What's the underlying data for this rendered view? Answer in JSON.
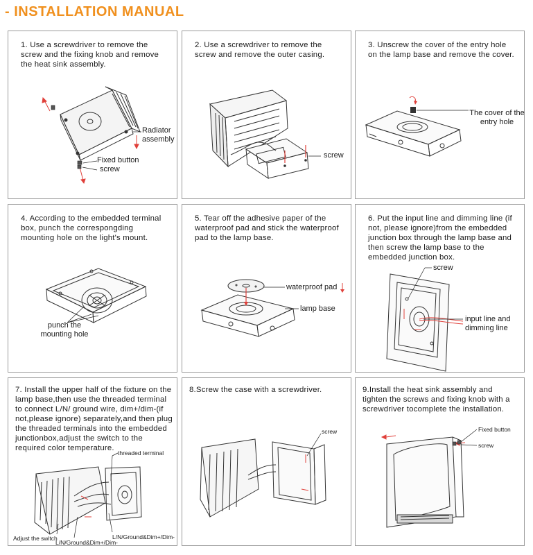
{
  "title": "- INSTALLATION MANUAL",
  "steps": [
    {
      "text": "1. Use a screwdriver to remove the screw and the fixing knob and remove the heat sink assembly.",
      "labels": [
        "Radiator assembly",
        "Fixed button",
        "screw"
      ]
    },
    {
      "text": "2. Use a screwdriver to remove the screw and remove the outer casing.",
      "labels": [
        "screw"
      ]
    },
    {
      "text": "3. Unscrew the cover of the entry hole on the lamp base and remove the cover.",
      "labels": [
        "The cover of the entry hole"
      ]
    },
    {
      "text": "4. According to the embedded terminal box, punch the correspongding mounting hole on the light's mount.",
      "labels": [
        "punch the mounting hole"
      ]
    },
    {
      "text": "5. Tear off the adhesive paper of the waterproof pad and stick the waterproof pad to the lamp base.",
      "labels": [
        "waterproof pad",
        "lamp base"
      ]
    },
    {
      "text": "6. Put the input line and dimming line (if not, please ignore)from the embedded junction box through the lamp base and then screw the lamp base to the embedded junction box.",
      "labels": [
        "screw",
        "input line and dimming line"
      ]
    },
    {
      "text": "7. Install the upper half of the fixture on the lamp base,then use the threaded terminal to connect L/N/ ground wire, dim+/dim-(if not,please ignore) separately,and then plug the threaded terminals into the embedded junctionbox,adjust the switch to the required color temperature.",
      "labels": [
        "threaded terminal",
        "Adjust the switch",
        "L/N/Ground&Dim+/Dim-",
        "L/N/Ground&Dim+/Dim-"
      ]
    },
    {
      "text": "8.Screw the case with a screwdriver.",
      "labels": [
        "screw"
      ]
    },
    {
      "text": "9.Install the heat sink assembly and tighten the screws and fixing knob with a screwdriver tocomplete the installation.",
      "labels": [
        "Fixed button",
        "screw"
      ]
    }
  ],
  "colors": {
    "accent": "#f0901e",
    "arrow": "#e0403a",
    "border": "#9a9a9a"
  }
}
